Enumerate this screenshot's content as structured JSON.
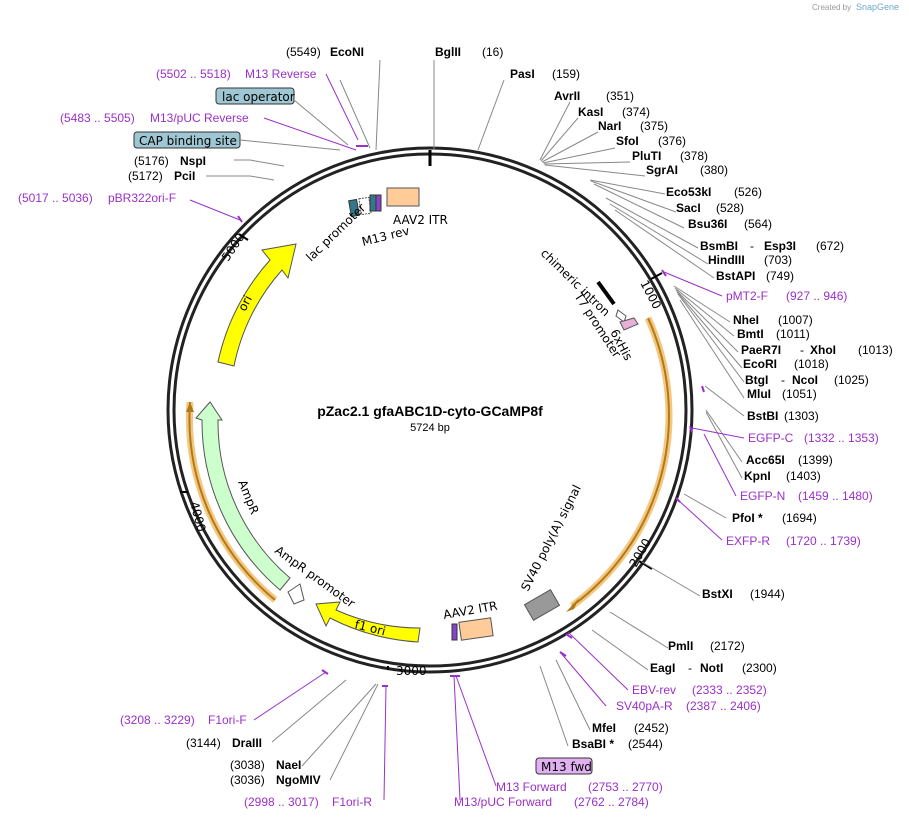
{
  "credit": {
    "text": "Created by",
    "brand": "SnapGene"
  },
  "title": "pZac2.1 gfaABC1D-cyto-GCaMP8f",
  "length": "5724 bp",
  "ticks": [
    "1000",
    "2000",
    "3000",
    "4000",
    "5000"
  ],
  "features": {
    "chimeric_intron": "chimeric intron",
    "t7_promoter": "T7 promoter",
    "sixhis": "6xHis",
    "sv40": "SV40 poly(A) signal",
    "aav2_itr_top": "AAV2 ITR",
    "aav2_itr_bottom": "AAV2 ITR",
    "m13rev": "M13 rev",
    "lac_promoter": "lac promoter",
    "ori": "ori",
    "ampr": "AmpR",
    "ampr_promoter": "AmpR promoter",
    "f1ori": "f1 ori"
  },
  "boxes": {
    "lac_operator": "lac operator",
    "cap_site": "CAP binding site",
    "m13fwd": "M13 fwd"
  },
  "sites": [
    {
      "name": "EcoNI",
      "pos": "(5549)"
    },
    {
      "name": "BglII",
      "pos": "(16)"
    },
    {
      "name": "PasI",
      "pos": "(159)"
    },
    {
      "name": "AvrII",
      "pos": "(351)"
    },
    {
      "name": "KasI",
      "pos": "(374)"
    },
    {
      "name": "NarI",
      "pos": "(375)"
    },
    {
      "name": "SfoI",
      "pos": "(376)"
    },
    {
      "name": "PluTI",
      "pos": "(378)"
    },
    {
      "name": "SgrAI",
      "pos": "(380)"
    },
    {
      "name": "Eco53kI",
      "pos": "(526)"
    },
    {
      "name": "SacI",
      "pos": "(528)"
    },
    {
      "name": "Bsu36I",
      "pos": "(564)"
    },
    {
      "name": "BsmBI",
      "name2": "Esp3I",
      "pos": "(672)"
    },
    {
      "name": "HindIII",
      "pos": "(703)"
    },
    {
      "name": "BstAPI",
      "pos": "(749)"
    },
    {
      "name": "NheI",
      "pos": "(1007)"
    },
    {
      "name": "BmtI",
      "pos": "(1011)"
    },
    {
      "name": "PaeR7I",
      "name2": "XhoI",
      "pos": "(1013)"
    },
    {
      "name": "EcoRI",
      "pos": "(1018)"
    },
    {
      "name": "BtgI",
      "name2": "NcoI",
      "pos": "(1025)"
    },
    {
      "name": "MluI",
      "pos": "(1051)"
    },
    {
      "name": "BstBI",
      "pos": "(1303)"
    },
    {
      "name": "Acc65I",
      "pos": "(1399)"
    },
    {
      "name": "KpnI",
      "pos": "(1403)"
    },
    {
      "name": "PfoI *",
      "pos": "(1694)"
    },
    {
      "name": "BstXI",
      "pos": "(1944)"
    },
    {
      "name": "PmlI",
      "pos": "(2172)"
    },
    {
      "name": "EagI",
      "name2": "NotI",
      "pos": "(2300)"
    },
    {
      "name": "MfeI",
      "pos": "(2452)"
    },
    {
      "name": "BsaBI *",
      "pos": "(2544)"
    },
    {
      "name": "DraIII",
      "pos": "(3144)"
    },
    {
      "name": "NaeI",
      "pos": "(3038)"
    },
    {
      "name": "NgoMIV",
      "pos": "(3036)"
    },
    {
      "name": "NspI",
      "pos": "(5176)"
    },
    {
      "name": "PciI",
      "pos": "(5172)"
    }
  ],
  "primers": [
    {
      "name": "M13 Reverse",
      "range": "(5502 .. 5518)"
    },
    {
      "name": "M13/pUC Reverse",
      "range": "(5483 .. 5505)"
    },
    {
      "name": "pBR322ori-F",
      "range": "(5017 .. 5036)"
    },
    {
      "name": "pMT2-F",
      "range": "(927 .. 946)"
    },
    {
      "name": "EGFP-C",
      "range": "(1332 .. 1353)"
    },
    {
      "name": "EGFP-N",
      "range": "(1459 .. 1480)"
    },
    {
      "name": "EXFP-R",
      "range": "(1720 .. 1739)"
    },
    {
      "name": "EBV-rev",
      "range": "(2333 .. 2352)"
    },
    {
      "name": "SV40pA-R",
      "range": "(2387 .. 2406)"
    },
    {
      "name": "M13 Forward",
      "range": "(2753 .. 2770)"
    },
    {
      "name": "M13/pUC Forward",
      "range": "(2762 .. 2784)"
    },
    {
      "name": "F1ori-F",
      "range": "(3208 .. 3229)"
    },
    {
      "name": "F1ori-R",
      "range": "(2998 .. 3017)"
    }
  ],
  "colors": {
    "ring": "#222222",
    "primer": "#9b30c8",
    "ori": "#ffff00",
    "ampr": "#ccffcc",
    "itr": "#ffcc99",
    "sv40": "#999999",
    "cds_highlight": "#f5c77e",
    "cds_arrow": "#b07a1a",
    "box_blue": "#9ec7d3",
    "box_purple": "#e0b0f0"
  }
}
